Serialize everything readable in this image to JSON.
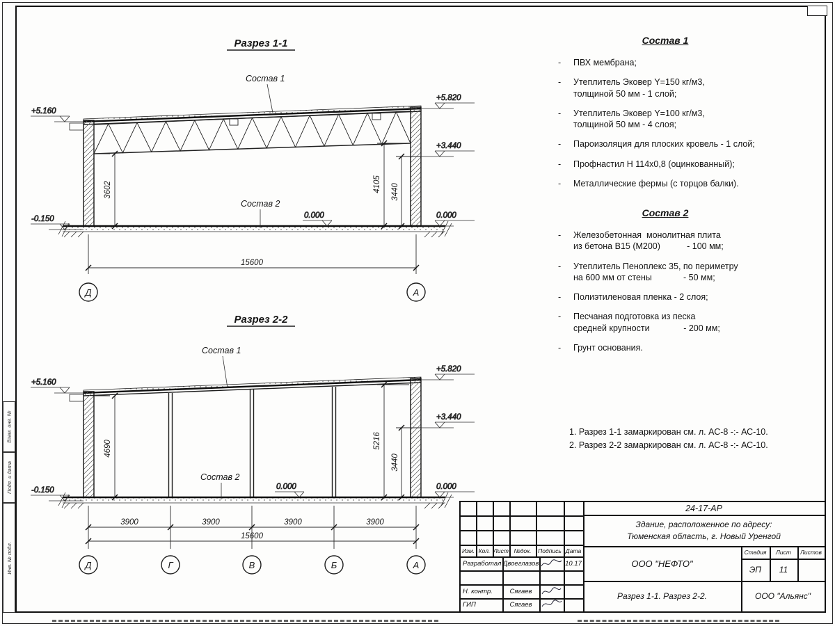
{
  "frame": {
    "left_labels": [
      "Взам. инв. №",
      "Подп. и дата",
      "Инв. № подл."
    ]
  },
  "section1": {
    "title": "Разрез 1-1",
    "sostav1_label": "Состав 1",
    "sostav2_label": "Состав 2",
    "elev_left_top": "+5.160",
    "elev_left_bottom": "-0.150",
    "elev_right_top": "+5.820",
    "elev_right_mid": "+3.440",
    "elev_right_zero": "0.000",
    "elev_floor_zero": "0.000",
    "dim_left": "3602",
    "dim_right_inner": "4105",
    "dim_right_outer": "3440",
    "dim_total": "15600",
    "axis_left": "Д",
    "axis_right": "А"
  },
  "section2": {
    "title": "Разрез 2-2",
    "sostav1_label": "Состав 1",
    "sostav2_label": "Состав 2",
    "elev_left_top": "+5.160",
    "elev_left_bottom": "-0.150",
    "elev_right_top": "+5.820",
    "elev_right_mid": "+3.440",
    "elev_right_zero": "0.000",
    "elev_floor_zero": "0.000",
    "dim_left": "4690",
    "dim_right_inner": "5216",
    "dim_right_outer": "3440",
    "bay_dims": [
      "3900",
      "3900",
      "3900",
      "3900"
    ],
    "dim_total": "15600",
    "axes": [
      "Д",
      "Г",
      "В",
      "Б",
      "А"
    ]
  },
  "sostav1": {
    "title": "Состав 1",
    "items": [
      [
        "ПВХ мембрана;"
      ],
      [
        "Утеплитель Эковер Y=150 кг/м3,",
        "толщиной 50 мм - 1 слой;"
      ],
      [
        "Утеплитель Эковер Y=100 кг/м3,",
        "толщиной 50 мм - 4 слоя;"
      ],
      [
        "Пароизоляция для плоских кровель - 1 слой;"
      ],
      [
        "Профнастил Н 114х0,8 (оцинкованный);"
      ],
      [
        "Металлические фермы (с торцов балки)."
      ]
    ]
  },
  "sostav2": {
    "title": "Состав 2",
    "items": [
      [
        "Железобетонная  монолитная плита",
        "из бетона В15 (М200)           - 100 мм;"
      ],
      [
        "Утеплитель Пеноплекс 35, по периметру",
        "на 600 мм от стены             - 50 мм;"
      ],
      [
        "Полиэтиленовая пленка - 2 слоя;"
      ],
      [
        "Песчаная подготовка из песка",
        "средней крупности              - 200 мм;"
      ],
      [
        "Грунт основания."
      ]
    ]
  },
  "notes": {
    "line1": "1. Разрез 1-1 замаркирован см. л. АС-8 -:- АС-10.",
    "line2": "2. Разрез 2-2 замаркирован см. л. АС-8 -:- АС-10."
  },
  "titleblock": {
    "doc_code": "24-17-АР",
    "object_line1": "Здание, расположенное по адресу:",
    "object_line2": "Тюменская область, г. Новый Уренгой",
    "header": {
      "izm": "Изм.",
      "kol": "Кол.",
      "list": "Лист",
      "ndok": "№док.",
      "podpis": "Подпись",
      "data": "Дата"
    },
    "row_developed": {
      "role": "Разработал",
      "name": "Двоеглазов",
      "date": "10.17"
    },
    "row_ncontr": {
      "role": "Н. контр.",
      "name": "Сягаев"
    },
    "row_gip": {
      "role": "ГИП",
      "name": "Сягаев"
    },
    "company": "ООО \"НЕФТО\"",
    "stage_label": "Стадия",
    "sheet_label": "Лист",
    "sheets_label": "Листов",
    "stage": "ЭП",
    "sheet_number": "11",
    "sheet_title": "Разрез 1-1. Разрез 2-2.",
    "company2": "ООО \"Альянс\""
  }
}
